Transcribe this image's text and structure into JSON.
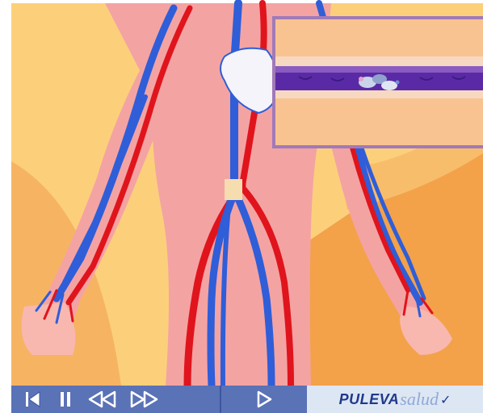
{
  "player": {
    "controls": [
      {
        "name": "rewind-to-start-button",
        "icon": "skip-to-start-icon"
      },
      {
        "name": "pause-button",
        "icon": "pause-icon"
      },
      {
        "name": "step-back-button",
        "icon": "rewind-icon"
      },
      {
        "name": "step-forward-button",
        "icon": "fast-forward-icon"
      },
      {
        "name": "play-button",
        "icon": "play-icon"
      }
    ],
    "control_bar_color": "#5a72b6"
  },
  "brand": {
    "part1": "PULEVA",
    "part2": "salud",
    "mark": "✓"
  },
  "colors": {
    "artery": "#e0141c",
    "vein": "#2f5ed8",
    "body": "#f4a3a3",
    "background_light": "#fcd07a",
    "background_orange": "#f3a24a",
    "heart": "#f4f4fa",
    "vessel_inset": "#5a2aa6"
  }
}
